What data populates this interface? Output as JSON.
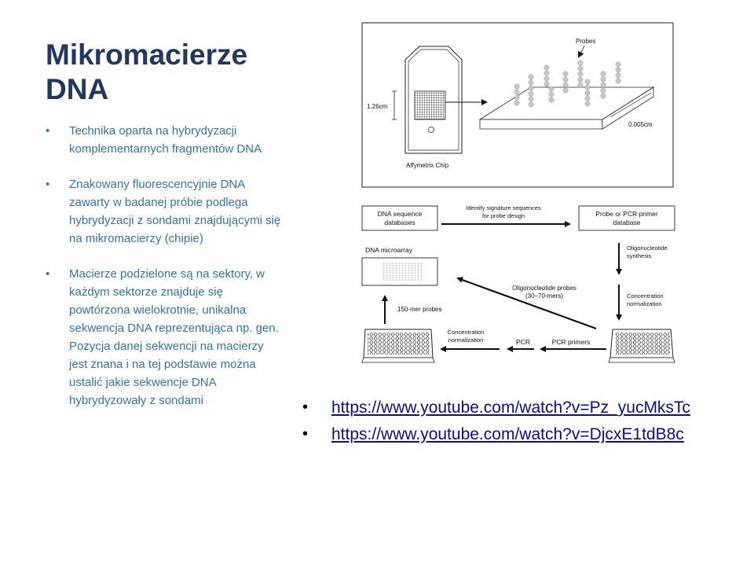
{
  "slide": {
    "title_line1": "Mikromacierze",
    "title_line2": "DNA",
    "bullet_glyph": "•",
    "bullets": [
      "Technika oparta na hybrydyzacji komplementarnych fragmentów DNA",
      "Znakowany fluorescencyjnie DNA zawarty w badanej próbie podlega hybrydyzacji z sondami znajdującymi się na mikromacierzy (chipie)",
      "Macierze podzielone są na sektory, w każdym sektorze znajduje się powtórzona wielokrotnie, unikalna sekwencja DNA reprezentująca np. gen. Pozycja danej sekwencji na macierzy jest znana i na tej podstawie można ustalić jakie sekwencje DNA hybrydyzowały z sondami"
    ],
    "links": [
      "https://www.youtube.com/watch?v=Pz_yucMksTc",
      "https://www.youtube.com/watch?v=DjcxE1tdB8c"
    ]
  },
  "figure_chip": {
    "probes_label": "Probes",
    "height_label": "1.26cm",
    "thickness_label": "0.005cm",
    "chip_label": "Affymetrix Chip"
  },
  "figure_flow": {
    "dna_db_line1": "DNA sequence",
    "dna_db_line2": "databases",
    "identify_line1": "Identify signature sequences",
    "identify_line2": "for probe design",
    "probe_db_line1": "Probe or PCR primer",
    "probe_db_line2": "database",
    "oligo_synth_line1": "Oligonucleotide",
    "oligo_synth_line2": "synthesis",
    "microarray_label": "DNA microarray",
    "oligo_probes_line1": "Oligonucleotide probes",
    "oligo_probes_line2": "(30–70-mers)",
    "conc_norm_right_line1": "Concentration",
    "conc_norm_right_line2": "normalization",
    "mer150_label": "150-mer probes",
    "conc_norm_left_line1": "Concentration",
    "conc_norm_left_line2": "normalization",
    "pcr_label": "PCR",
    "pcr_primers_label": "PCR primers"
  }
}
